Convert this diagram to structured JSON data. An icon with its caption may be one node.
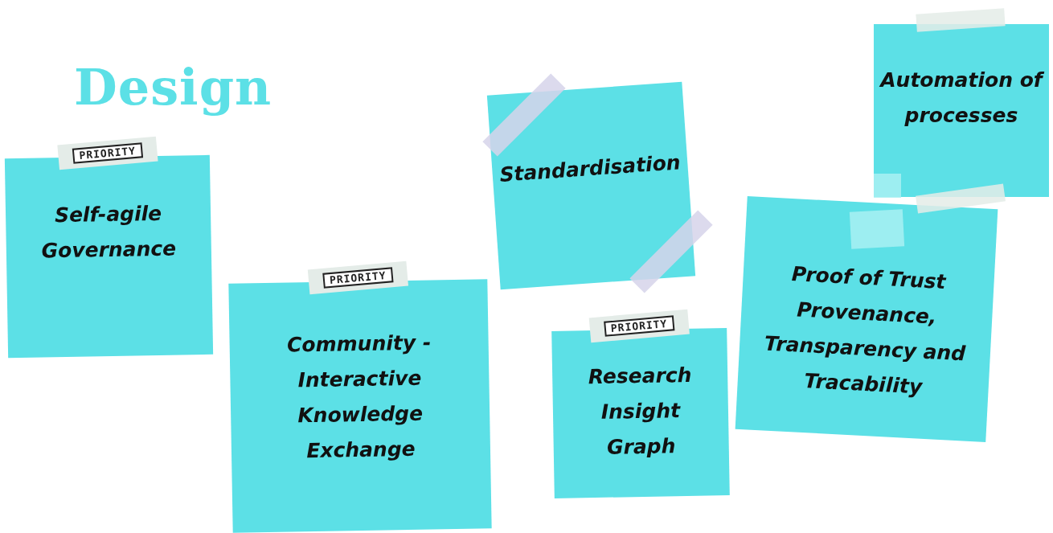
{
  "diagram": {
    "title": "Design",
    "nodes": [
      {
        "text": [
          "Self-agile Governance"
        ],
        "beside": [
          "PRIORITY"
        ]
      },
      {
        "text": [
          "Standardisation"
        ]
      },
      {
        "text": [
          "Automation of processes"
        ]
      },
      {
        "text": [
          "Community - Interactive Knowledge Exchange"
        ],
        "beside": [
          "PRIORITY"
        ]
      },
      {
        "text": [
          "Research Insight Graph"
        ],
        "beside": [
          "PRIORITY"
        ]
      },
      {
        "text": [
          "Proof of Trust Provenance, Transparency and Tracability"
        ]
      }
    ]
  }
}
